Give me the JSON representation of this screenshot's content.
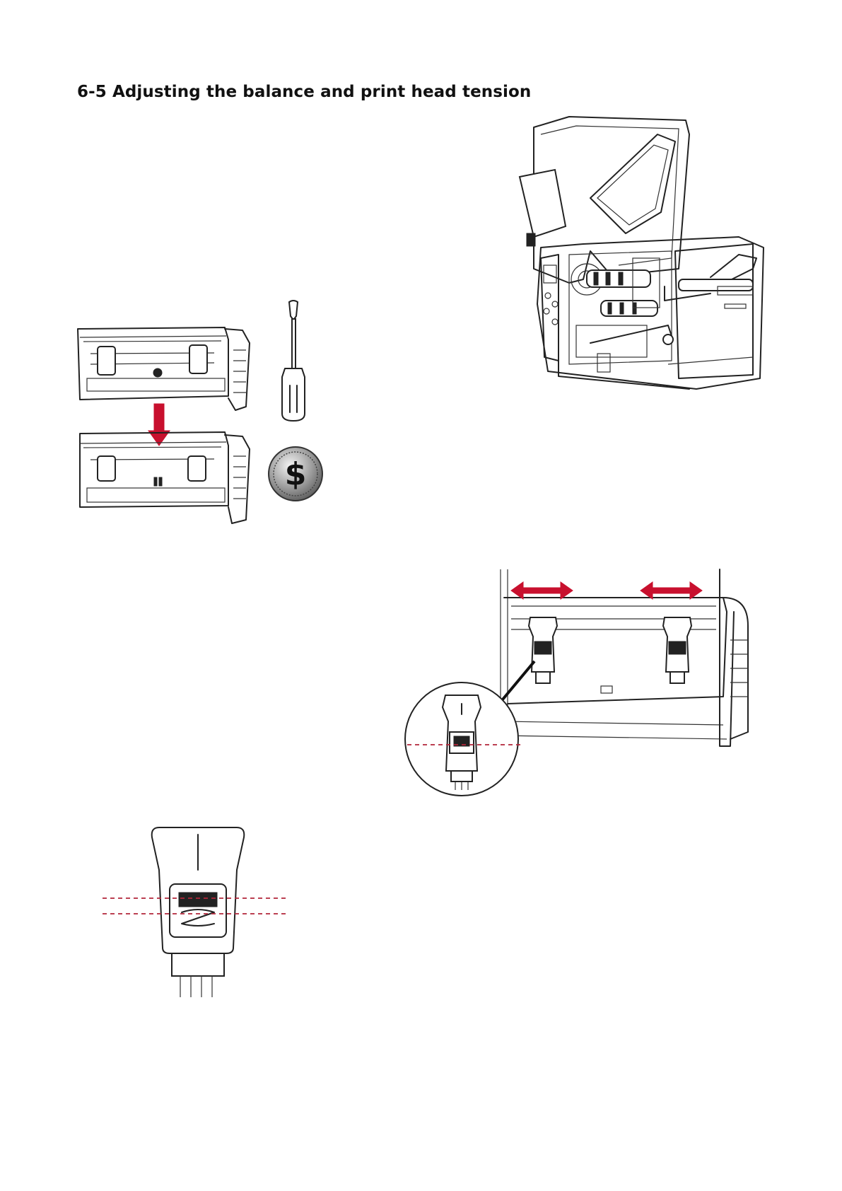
{
  "page": {
    "title": "6-5 Adjusting the balance and print head tension"
  },
  "figures": [
    {
      "id": "printer",
      "icon": "printer-open-icon"
    },
    {
      "id": "print-head-assembly",
      "icon": "print-head-assembly-icon"
    },
    {
      "id": "screwdriver",
      "icon": "screwdriver-icon"
    },
    {
      "id": "coin",
      "icon": "coin-icon",
      "glyph": "$"
    },
    {
      "id": "tension-adjusters",
      "icon": "tension-adjusters-icon"
    },
    {
      "id": "tension-knob-detail",
      "icon": "tension-knob-icon"
    }
  ],
  "colors": {
    "arrow": "#c8102e",
    "line": "#222222",
    "dash": "#b3263a"
  }
}
